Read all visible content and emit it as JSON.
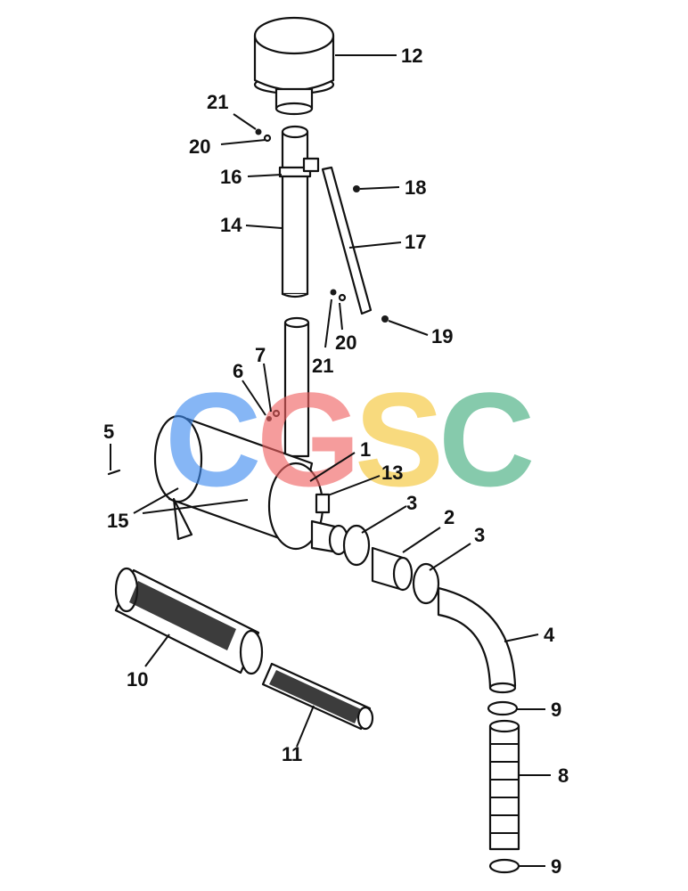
{
  "callouts": {
    "c1": "1",
    "c2": "2",
    "c3a": "3",
    "c3b": "3",
    "c4": "4",
    "c5": "5",
    "c6": "6",
    "c7": "7",
    "c8": "8",
    "c9a": "9",
    "c9b": "9",
    "c10": "10",
    "c11": "11",
    "c12": "12",
    "c13": "13",
    "c14": "14",
    "c15": "15",
    "c16": "16",
    "c17": "17",
    "c18": "18",
    "c19": "19",
    "c20a": "20",
    "c20b": "20",
    "c21a": "21",
    "c21b": "21"
  },
  "watermark": {
    "letters": [
      "C",
      "G",
      "S",
      "C"
    ],
    "colors": [
      "#3d8bf0",
      "#f06060",
      "#f5c430",
      "#3daa7a"
    ]
  }
}
